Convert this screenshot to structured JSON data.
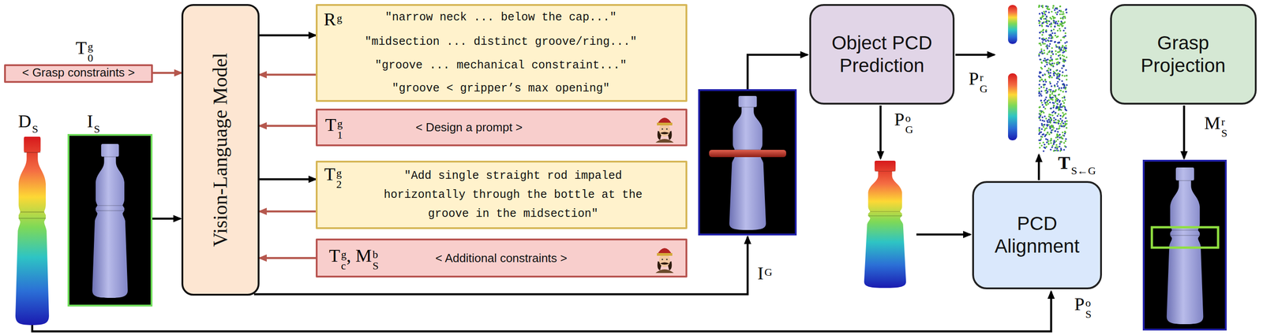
{
  "diagram": {
    "nodes": [
      {
        "text": [
          "< Grasp constraints >"
        ]
      },
      {
        "text": [
          "Vision-Language Model"
        ]
      },
      {
        "text": [
          "R",
          "g",
          "\"narrow neck ... below the cap...\"",
          "\"midsection ... distinct groove/ring...\"",
          "\"groove ... mechanical constraint...\"",
          "\"groove < gripper’s max opening\""
        ]
      },
      {
        "text": [
          "T",
          "g",
          "1",
          "< Design a prompt >"
        ]
      },
      {
        "text": [
          "T",
          "g",
          "2",
          "\"Add single straight rod impaled horizontally through the bottle at the groove in the midsection\""
        ]
      },
      {
        "text": [
          "T",
          "g",
          "c",
          ", M",
          "b",
          "S",
          "< Additional constraints >"
        ]
      },
      {
        "text": [
          "Object PCD Prediction"
        ]
      },
      {
        "text": [
          "Grasp Projection"
        ]
      },
      {
        "text": [
          "PCD Alignment"
        ]
      }
    ],
    "edges": [
      {
        "from": 0,
        "to": 1,
        "arrow": "to"
      },
      {
        "from": 1,
        "to": 2,
        "arrow": "to"
      },
      {
        "from": 2,
        "to": 1,
        "arrow": "to"
      },
      {
        "from": 3,
        "to": 1,
        "arrow": "to"
      },
      {
        "from": 1,
        "to": 4,
        "arrow": "to"
      },
      {
        "from": 4,
        "to": 1,
        "arrow": "to"
      },
      {
        "from": 5,
        "to": 1,
        "arrow": "to"
      }
    ],
    "labels": [
      "T",
      "g",
      "0",
      "D",
      "S",
      "I",
      "S",
      "I",
      "G",
      "P",
      "r",
      "G",
      "P",
      "o",
      "G",
      "T",
      "S←G",
      "P",
      "o",
      "S",
      "M",
      "r",
      "S"
    ]
  }
}
